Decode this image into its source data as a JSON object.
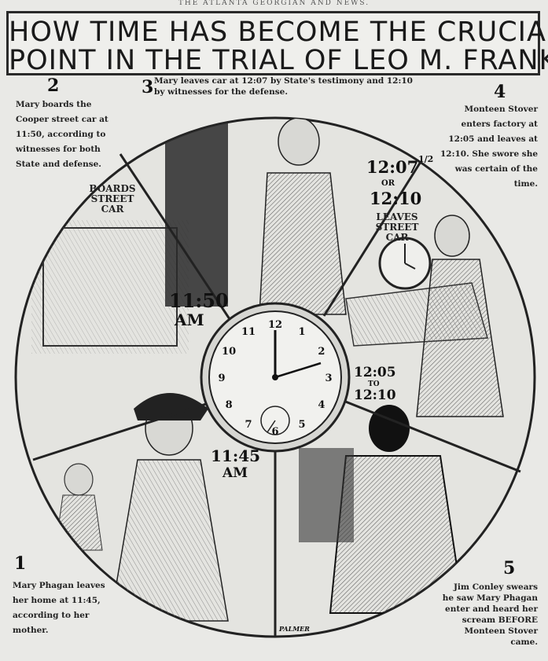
{
  "masthead": "THE ATLANTA GEORGIAN AND NEWS.",
  "headline": {
    "line1": "HOW TIME HAS BECOME THE CRUCIAL",
    "line2": "POINT IN THE TRIAL OF LEO M. FRANK"
  },
  "panels": [
    {
      "number": "1",
      "caption": "Mary Phagan leaves her home at 11:45, according to her mother."
    },
    {
      "number": "2",
      "caption": "Mary boards the Cooper street car at 11:50, according to witnesses for both State and defense."
    },
    {
      "number": "3",
      "caption": "Mary leaves car at 12:07 by State's testimony and 12:10 by witnesses for the defense."
    },
    {
      "number": "4",
      "caption": "Monteen Stover enters factory at 12:05 and leaves at 12:10. She swore she was certain of the time."
    },
    {
      "number": "5",
      "caption": "Jim Conley swears he saw Mary Phagan enter and heard her scream BEFORE Monteen Stover came."
    }
  ],
  "times": {
    "t1": "11:45",
    "t1_suffix": "AM",
    "t2": "11:50",
    "t2_suffix": "AM",
    "t3_a": "12:07",
    "t3_a_frac": "1/2",
    "t3_or": "OR",
    "t3_b": "12:10",
    "t4_a": "12:05",
    "t4_to": "TO",
    "t4_b": "12:10"
  },
  "labels": {
    "boards_line1": "BOARDS",
    "boards_line2": "STREET",
    "boards_line3": "CAR",
    "leaves_line1": "LEAVES",
    "leaves_line2": "STREET",
    "leaves_line3": "CAR"
  },
  "clock_numerals": [
    "12",
    "1",
    "2",
    "3",
    "4",
    "5",
    "6",
    "7",
    "8",
    "9",
    "10",
    "11"
  ],
  "artist_signature": "PALMER"
}
